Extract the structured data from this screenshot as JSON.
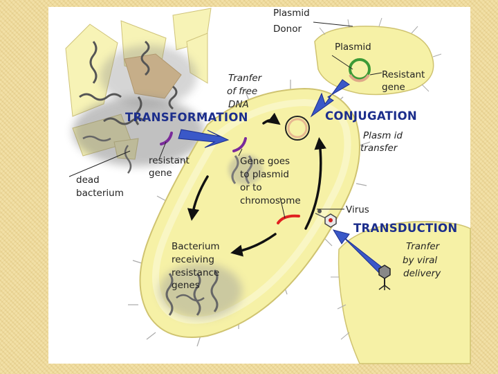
{
  "labels": {
    "plasmid_donor_1": "Plasmid",
    "plasmid_donor_2": "Donor",
    "plasmid": "Plasmid",
    "resistant_gene_1": "Resistant",
    "resistant_gene_2": "gene",
    "tranfer_1": "Tranfer",
    "tranfer_2": "of free",
    "tranfer_3": "DNA",
    "transformation": "TRANSFORMATION",
    "conjugation": "CONJUGATION",
    "plasmid_transfer_1": "Plasm id",
    "plasmid_transfer_2": "transfer",
    "res_gene_1": "resistant",
    "res_gene_2": "gene",
    "gene_goes_1": "Gene goes",
    "gene_goes_2": "to plasmid",
    "gene_goes_3": "or to",
    "gene_goes_4": "chromosome",
    "dead_1": "dead",
    "dead_2": "bacterium",
    "virus": "Virus",
    "transduction": "TRANSDUCTION",
    "viral_1": "Tranfer",
    "viral_2": "by viral",
    "viral_3": "delivery",
    "receiving_1": "Bacterium",
    "receiving_2": "receiving",
    "receiving_3": "resistance",
    "receiving_4": "genes"
  },
  "colors": {
    "background": "#f0dc9c",
    "cell_fill": "#f6f1a6",
    "cell_stroke": "#cfc370",
    "heading_text": "#1c2e8c",
    "blue_arrow": "#3a58c8",
    "resistant_gene_purple": "#7a2a9a",
    "transduced_gene_red": "#e02020",
    "plasmid_green": "#3c9a36"
  },
  "icons": [
    "blue-arrow-icon",
    "plasmid-ring-icon",
    "virus-icon",
    "dna-strand-icon",
    "cycle-arrow-icon"
  ]
}
